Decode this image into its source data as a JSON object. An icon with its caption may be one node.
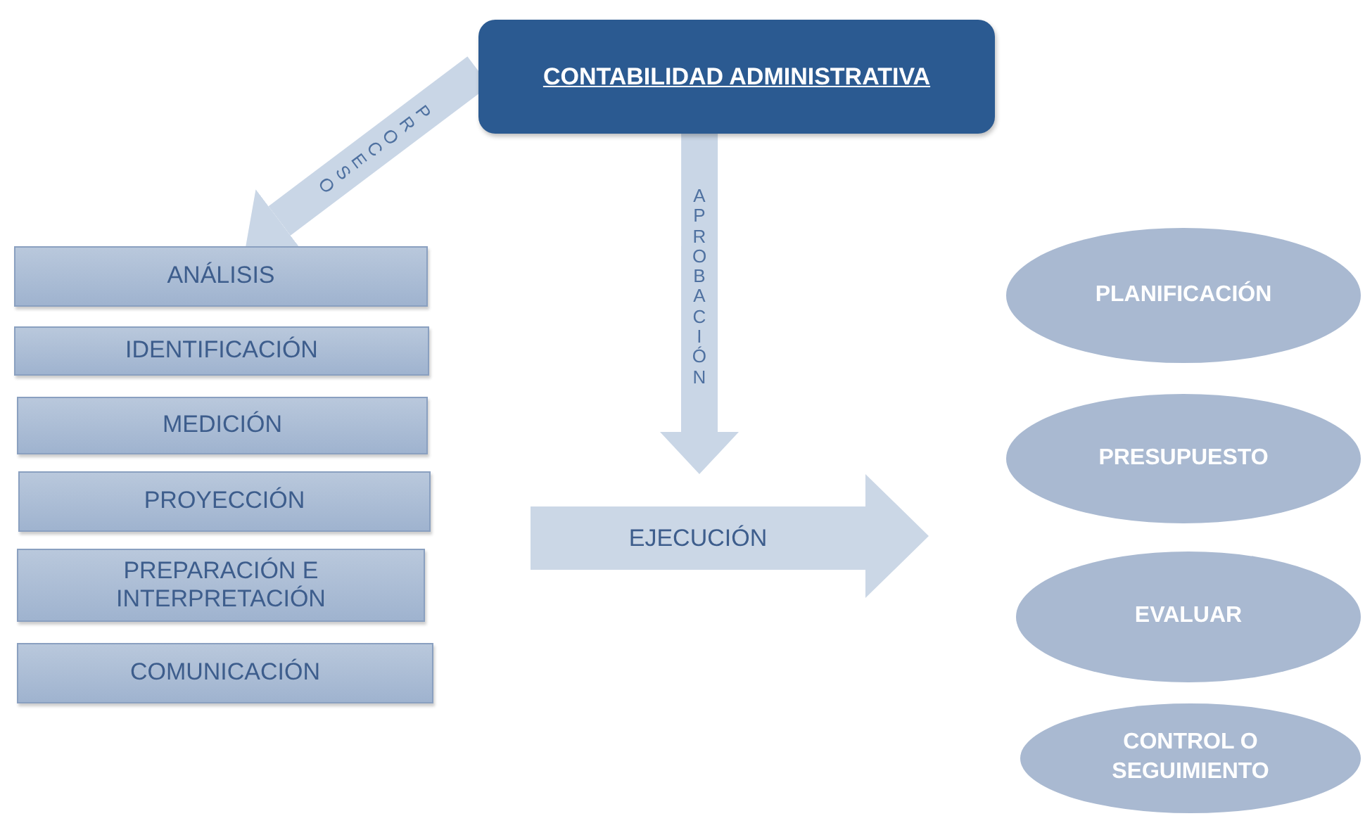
{
  "diagram": {
    "nodes": [
      {
        "text": [
          "CONTABILIDAD ADMINISTRATIVA"
        ]
      },
      {
        "text": [
          "ANÁLISIS"
        ]
      },
      {
        "text": [
          "IDENTIFICACIÓN"
        ]
      },
      {
        "text": [
          "MEDICIÓN"
        ]
      },
      {
        "text": [
          "PROYECCIÓN"
        ]
      },
      {
        "text": [
          "PREPARACIÓN E INTERPRETACIÓN"
        ]
      },
      {
        "text": [
          "COMUNICACIÓN"
        ]
      },
      {
        "text": [
          "EJECUCIÓN"
        ]
      },
      {
        "text": [
          "PLANIFICACIÓN"
        ]
      },
      {
        "text": [
          "PRESUPUESTO"
        ]
      },
      {
        "text": [
          "EVALUAR"
        ]
      },
      {
        "text": [
          "CONTROL O SEGUIMIENTO"
        ]
      }
    ],
    "edges": [
      {
        "from": 0,
        "to": 1,
        "arrow": "to",
        "label": "PROCESO"
      },
      {
        "from": 0,
        "to": 7,
        "arrow": "to",
        "label": "APROBACIÓN"
      }
    ]
  }
}
